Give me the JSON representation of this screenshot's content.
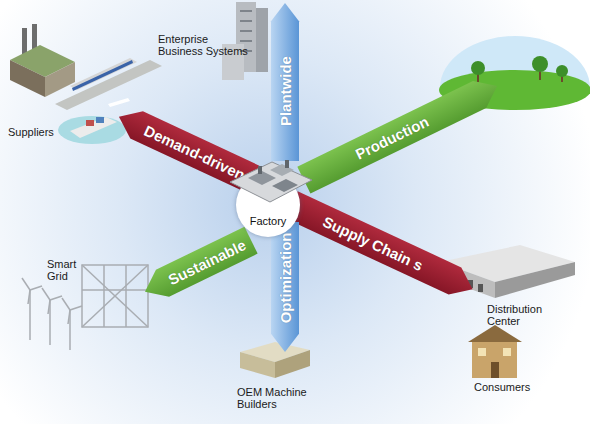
{
  "diagram": {
    "nodes": [
      {
        "text": [
          "Plantwide"
        ]
      },
      {
        "text": [
          "Demand-driven"
        ]
      },
      {
        "text": [
          "Production"
        ]
      },
      {
        "text": [
          "Factory"
        ]
      },
      {
        "text": [
          "Sustainable"
        ]
      },
      {
        "text": [
          "Supply Chain s"
        ]
      },
      {
        "text": [
          "Optimization"
        ]
      }
    ],
    "labels": [
      "Enterprise Business Systems",
      "Suppliers",
      "Smart Grid",
      "Distribution Center",
      "Consumers",
      "OEM Machine Builders"
    ]
  }
}
